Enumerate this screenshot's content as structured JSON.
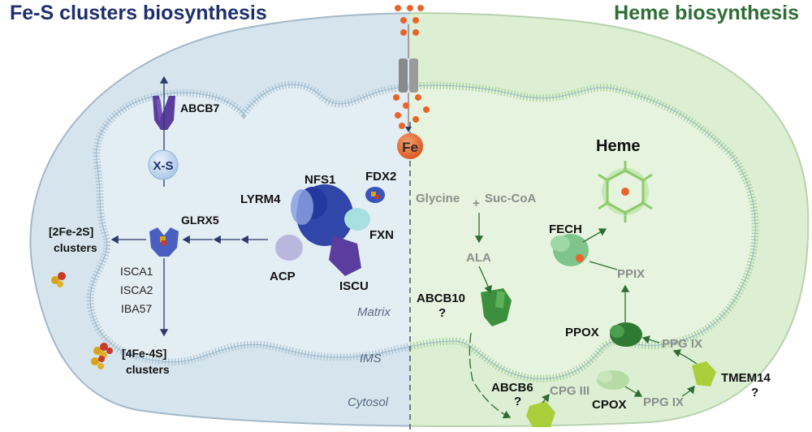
{
  "titles": {
    "fe_s": "Fe-S clusters biosynthesis",
    "heme": "Heme biosynthesis"
  },
  "iron": {
    "label": "Fe"
  },
  "fe_s_pathway": {
    "abcb7": "ABCB7",
    "xs": "X-S",
    "glrx5": "GLRX5",
    "nfs1": "NFS1",
    "lyrm4": "LYRM4",
    "fdx2": "FDX2",
    "fxn": "FXN",
    "acp": "ACP",
    "iscu": "ISCU",
    "cluster_2fe_line1": "[2Fe-2S]",
    "cluster_2fe_line2": "clusters",
    "isca1": "ISCA1",
    "isca2": "ISCA2",
    "iba57": "IBA57",
    "cluster_4fe_line1": "[4Fe-4S]",
    "cluster_4fe_line2": "clusters"
  },
  "compartments": {
    "matrix": "Matrix",
    "ims": "IMS",
    "cytosol": "Cytosol"
  },
  "heme_pathway": {
    "heme": "Heme",
    "glycine": "Glycine",
    "plus": "+",
    "succoa": "Suc-CoA",
    "fech": "FECH",
    "ala": "ALA",
    "ppix": "PPIX",
    "abcb10": "ABCB10",
    "abcb10_q": "?",
    "ppox": "PPOX",
    "ppgix_1": "PPG IX",
    "tmem14": "TMEM14",
    "tmem14_q": "?",
    "abcb6": "ABCB6",
    "abcb6_q": "?",
    "cpgiii": "CPG III",
    "cpox": "CPOX",
    "ppgix_2": "PPG IX"
  },
  "colors": {
    "fe_s_title": "#1e2f6e",
    "heme_title": "#2e6e35",
    "matrix_left": "#dbe8f2",
    "matrix_right": "#dff1d8",
    "membrane": "#a9c3d6",
    "iron": "#e8652a",
    "protein_blue": "#3046a8",
    "protein_purple": "#5a3d9e",
    "protein_green": "#3c8f3c",
    "protein_lime": "#a9cf3a"
  }
}
